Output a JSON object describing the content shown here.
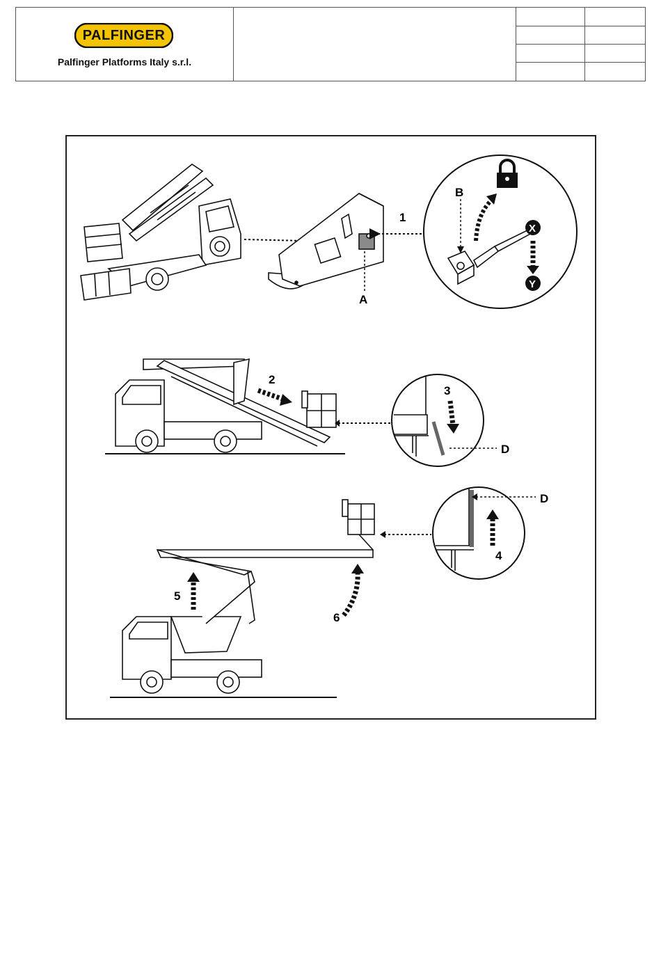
{
  "header": {
    "logo_text": "PALFINGER",
    "company": "Palfinger Platforms Italy s.r.l."
  },
  "figure": {
    "callouts": {
      "step1": "1",
      "label_a": "A",
      "label_b": "B",
      "label_x": "X",
      "label_y": "Y",
      "step2": "2",
      "step3": "3",
      "label_d1": "D",
      "label_d2": "D",
      "step4": "4",
      "step5": "5",
      "step6": "6"
    }
  },
  "colors": {
    "logo_yellow": "#f5c400",
    "line": "#111111",
    "panel_grey": "#8a8a8a"
  }
}
